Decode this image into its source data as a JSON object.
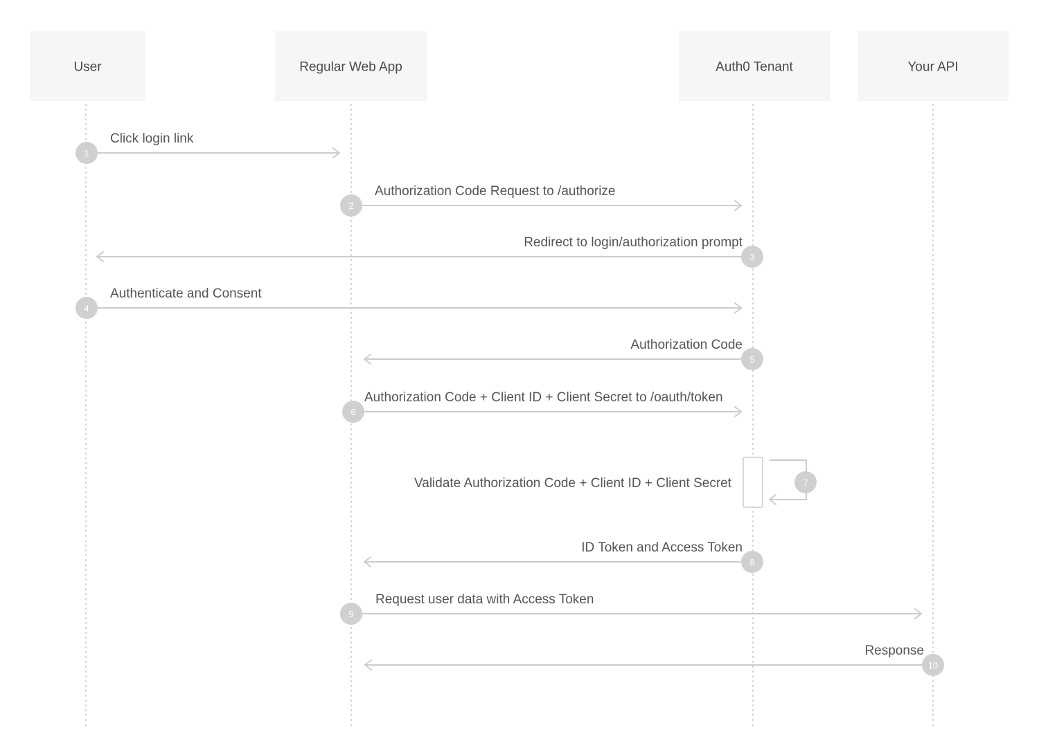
{
  "actors": [
    {
      "id": "user",
      "label": "User"
    },
    {
      "id": "webapp",
      "label": "Regular Web App"
    },
    {
      "id": "tenant",
      "label": "Auth0 Tenant"
    },
    {
      "id": "api",
      "label": "Your API"
    }
  ],
  "messages": [
    {
      "step": "1",
      "label": "Click login link",
      "from": "user",
      "to": "webapp"
    },
    {
      "step": "2",
      "label": "Authorization Code Request to /authorize",
      "from": "webapp",
      "to": "tenant"
    },
    {
      "step": "3",
      "label": "Redirect to login/authorization prompt",
      "from": "tenant",
      "to": "user"
    },
    {
      "step": "4",
      "label": "Authenticate and Consent",
      "from": "user",
      "to": "tenant"
    },
    {
      "step": "5",
      "label": "Authorization Code",
      "from": "tenant",
      "to": "webapp"
    },
    {
      "step": "6",
      "label": "Authorization Code + Client ID + Client Secret to /oauth/token",
      "from": "webapp",
      "to": "tenant"
    },
    {
      "step": "7",
      "label": "Validate Authorization Code + Client ID + Client Secret",
      "from": "tenant",
      "to": "tenant",
      "self": true
    },
    {
      "step": "8",
      "label": "ID Token and Access Token",
      "from": "tenant",
      "to": "webapp"
    },
    {
      "step": "9",
      "label": "Request user data with Access Token",
      "from": "webapp",
      "to": "api"
    },
    {
      "step": "10",
      "label": "Response",
      "from": "api",
      "to": "webapp"
    }
  ],
  "colors": {
    "actor_box": "#f5f6f7",
    "line": "#cccccc",
    "step_badge": "#d0d0d0",
    "text": "#555555"
  }
}
